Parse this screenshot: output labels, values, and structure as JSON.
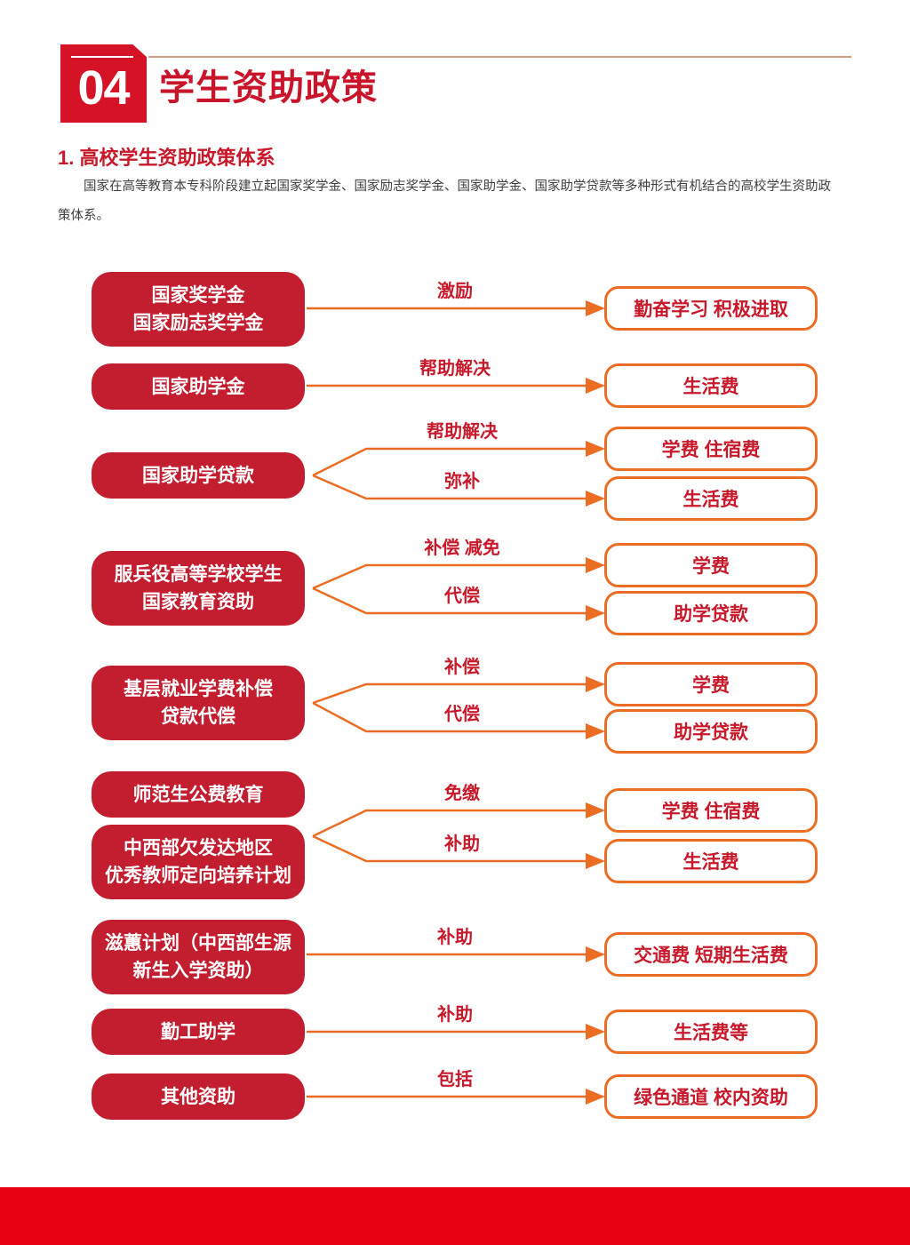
{
  "header": {
    "section_number": "04",
    "title": "学生资助政策"
  },
  "section": {
    "heading": "1. 高校学生资助政策体系",
    "paragraph_lines": [
      "国家在高等教育本专科阶段建立起国家奖学金、国家励志奖学金、国家助学金、国家助学贷款等多种形式有机结合的高校学生资助政",
      "策体系。"
    ]
  },
  "colors": {
    "source_box_red": "#c21e30",
    "badge_red": "#d61226",
    "title_red": "#c8152a",
    "arrow_orange": "#eb6d24",
    "label_text_red": "#c8192b",
    "footer_red": "#e60012",
    "top_rule_salmon": "#d49a80",
    "body_text": "#3f3f3f"
  },
  "diagram": {
    "rows": [
      {
        "sources": [
          {
            "lines": [
              "国家奖学金",
              "国家励志奖学金"
            ]
          }
        ],
        "branches": [
          {
            "label": "激励",
            "target": "勤奋学习 积极进取"
          }
        ]
      },
      {
        "sources": [
          {
            "lines": [
              "国家助学金"
            ]
          }
        ],
        "branches": [
          {
            "label": "帮助解决",
            "target": "生活费"
          }
        ]
      },
      {
        "sources": [
          {
            "lines": [
              "国家助学贷款"
            ]
          }
        ],
        "branches": [
          {
            "label": "帮助解决",
            "target": "学费 住宿费"
          },
          {
            "label": "弥补",
            "target": "生活费"
          }
        ]
      },
      {
        "sources": [
          {
            "lines": [
              "服兵役高等学校学生",
              "国家教育资助"
            ]
          }
        ],
        "branches": [
          {
            "label": "补偿 减免",
            "target": "学费"
          },
          {
            "label": "代偿",
            "target": "助学贷款"
          }
        ]
      },
      {
        "sources": [
          {
            "lines": [
              "基层就业学费补偿",
              "贷款代偿"
            ]
          }
        ],
        "branches": [
          {
            "label": "补偿",
            "target": "学费"
          },
          {
            "label": "代偿",
            "target": "助学贷款"
          }
        ]
      },
      {
        "sources": [
          {
            "lines": [
              "师范生公费教育"
            ]
          },
          {
            "lines": [
              "中西部欠发达地区",
              "优秀教师定向培养计划"
            ]
          }
        ],
        "branches": [
          {
            "label": "免缴",
            "target": "学费 住宿费"
          },
          {
            "label": "补助",
            "target": "生活费"
          }
        ]
      },
      {
        "sources": [
          {
            "lines": [
              "滋蕙计划（中西部生源",
              "新生入学资助）"
            ]
          }
        ],
        "branches": [
          {
            "label": "补助",
            "target": "交通费 短期生活费"
          }
        ]
      },
      {
        "sources": [
          {
            "lines": [
              "勤工助学"
            ]
          }
        ],
        "branches": [
          {
            "label": "补助",
            "target": "生活费等"
          }
        ]
      },
      {
        "sources": [
          {
            "lines": [
              "其他资助"
            ]
          }
        ],
        "branches": [
          {
            "label": "包括",
            "target": "绿色通道 校内资助"
          }
        ]
      }
    ]
  }
}
